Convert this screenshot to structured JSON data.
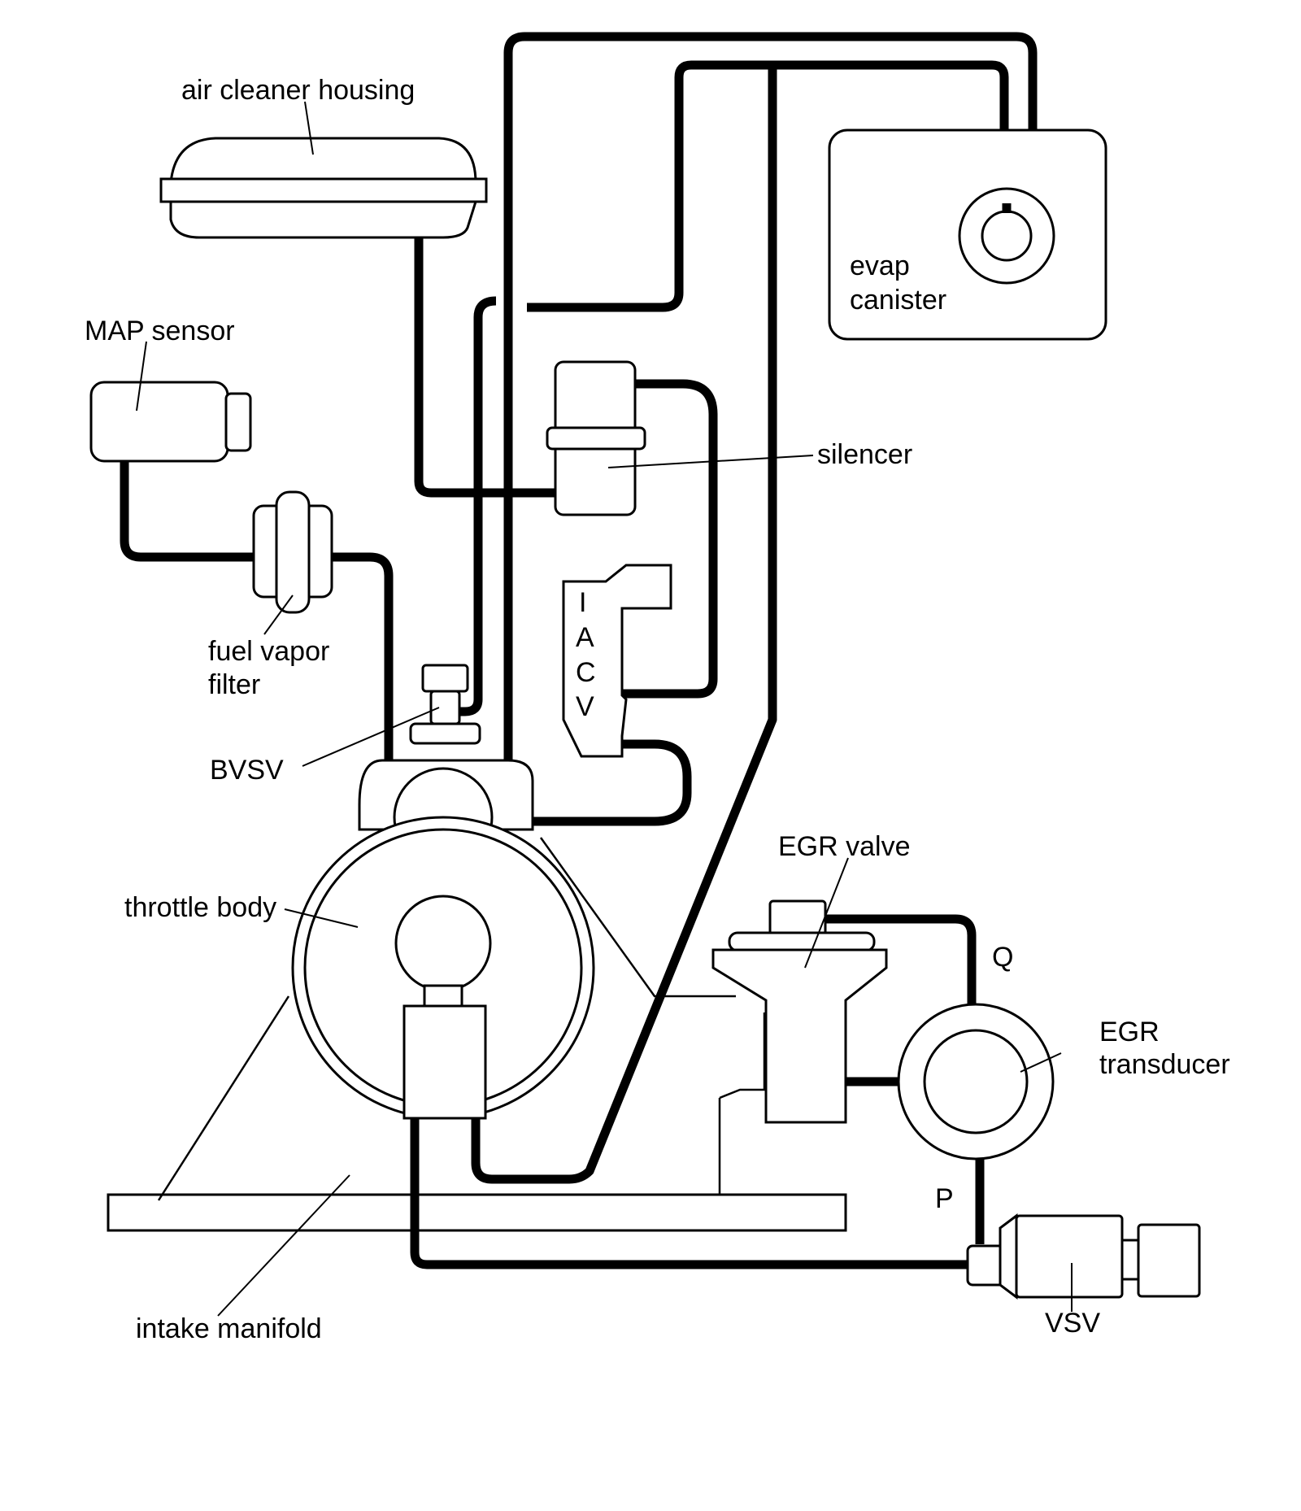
{
  "labels": {
    "air_cleaner_housing": "air cleaner housing",
    "map_sensor": "MAP sensor",
    "evap_canister_line1": "evap",
    "evap_canister_line2": "canister",
    "silencer": "silencer",
    "iacv": [
      "I",
      "A",
      "C",
      "V"
    ],
    "fuel_vapor_filter_line1": "fuel vapor",
    "fuel_vapor_filter_line2": "filter",
    "bvsv": "BVSV",
    "egr_valve": "EGR valve",
    "throttle_body": "throttle body",
    "port_q": "Q",
    "egr_transducer_line1": "EGR",
    "egr_transducer_line2": "transducer",
    "port_p": "P",
    "vsv": "VSV",
    "intake_manifold": "intake manifold"
  }
}
